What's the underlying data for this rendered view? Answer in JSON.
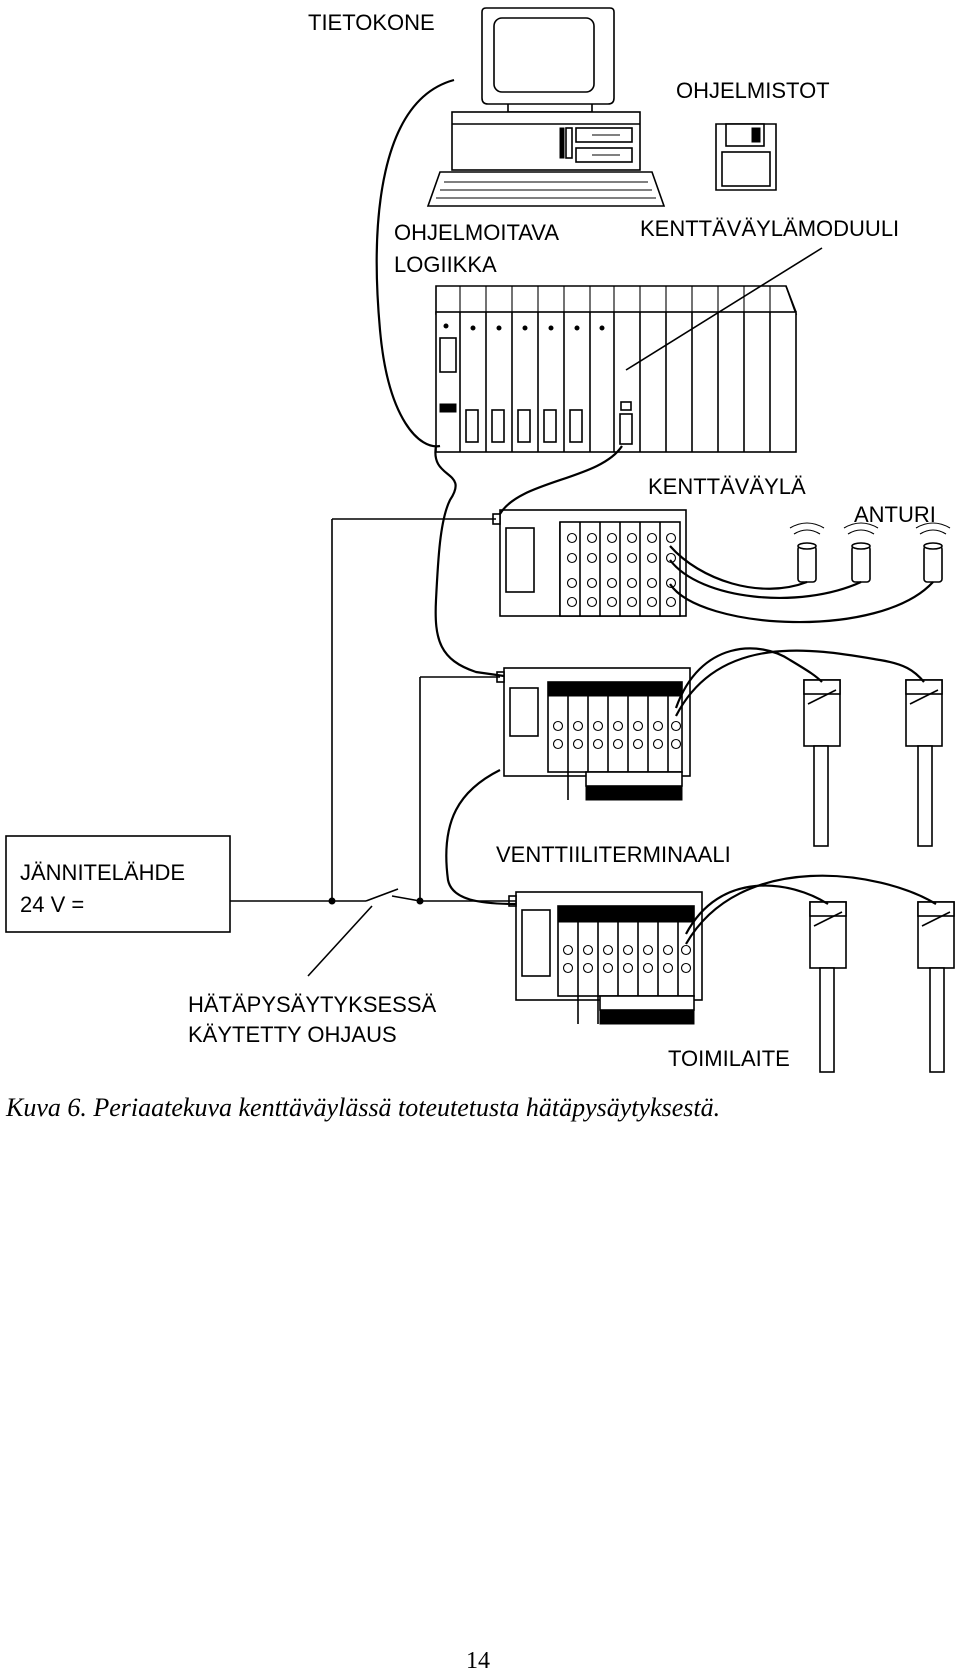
{
  "labels": {
    "computer": "TIETOKONE",
    "software": "OHJELMISTOT",
    "plc_line1": "OHJELMOITAVA",
    "plc_line2": "LOGIIKKA",
    "fieldbus_module": "KENTTÄVÄYLÄMODUULI",
    "fieldbus": "KENTTÄVÄYLÄ",
    "sensor": "ANTURI",
    "power_line1": "JÄNNITELÄHDE",
    "power_line2": "24 V =",
    "valve_terminal": "VENTTIILITERMINAALI",
    "estop_line1": "HÄTÄPYSÄYTYKSESSÄ",
    "estop_line2": "KÄYTETTY OHJAUS",
    "actuator": "TOIMILAITE"
  },
  "caption": "Kuva 6. Periaatekuva kenttäväylässä toteutetusta hätäpysäytyksestä.",
  "page_number": "14"
}
